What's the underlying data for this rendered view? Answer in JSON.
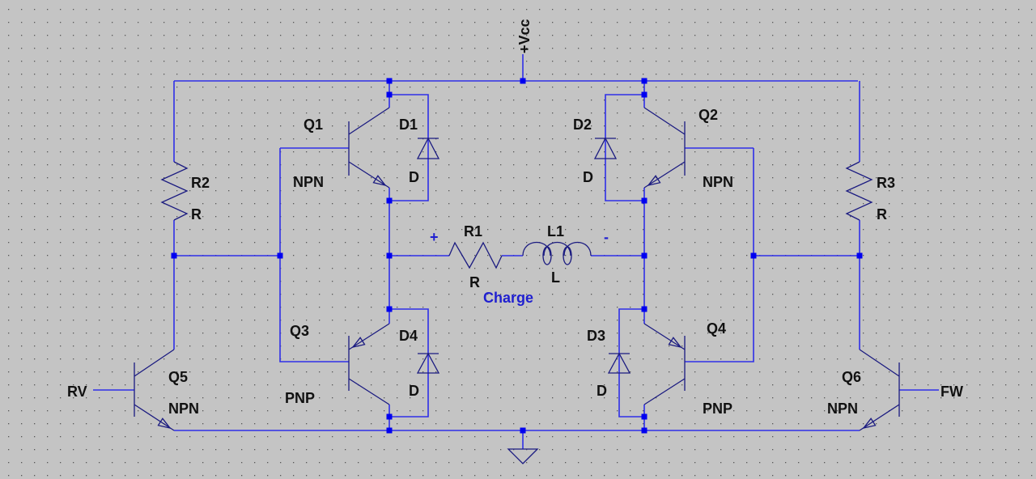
{
  "colors": {
    "background": "#c4c4c4",
    "wire": "#2f2fe8",
    "component": "#1a1a80",
    "junction": "#0000f0",
    "net_label": "#1f1fd0"
  },
  "supply": {
    "vcc": "+Vcc"
  },
  "nets": {
    "rv": "RV",
    "fw": "FW",
    "plus": "+",
    "minus": "-",
    "charge": "Charge"
  },
  "components": {
    "q1": {
      "name": "Q1",
      "model": "NPN"
    },
    "q2": {
      "name": "Q2",
      "model": "NPN"
    },
    "q3": {
      "name": "Q3",
      "model": "PNP"
    },
    "q4": {
      "name": "Q4",
      "model": "PNP"
    },
    "q5": {
      "name": "Q5",
      "model": "NPN"
    },
    "q6": {
      "name": "Q6",
      "model": "NPN"
    },
    "d1": {
      "name": "D1",
      "model": "D"
    },
    "d2": {
      "name": "D2",
      "model": "D"
    },
    "d3": {
      "name": "D3",
      "model": "D"
    },
    "d4": {
      "name": "D4",
      "model": "D"
    },
    "r1": {
      "name": "R1",
      "model": "R"
    },
    "r2": {
      "name": "R2",
      "model": "R"
    },
    "r3": {
      "name": "R3",
      "model": "R"
    },
    "l1": {
      "name": "L1",
      "model": "L"
    }
  }
}
